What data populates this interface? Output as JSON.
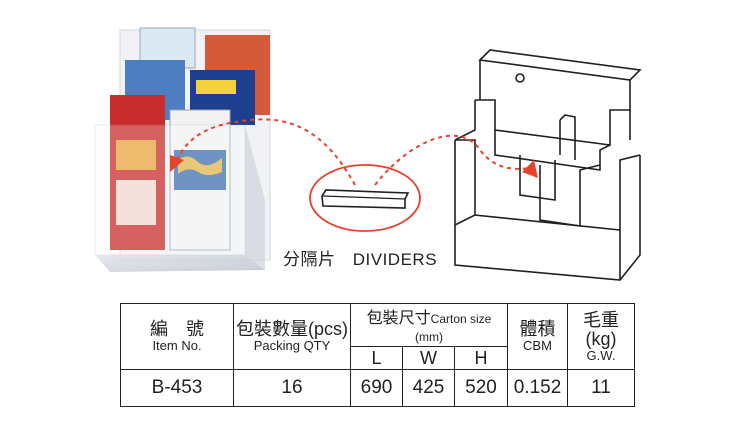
{
  "caption": {
    "cn": "分隔片",
    "en": "DIVIDERS"
  },
  "table": {
    "item": {
      "cn": "編　號",
      "en": "Item No."
    },
    "packing": {
      "cn": "包裝數量(pcs)",
      "en": "Packing QTY"
    },
    "carton": {
      "cn": "包裝尺寸",
      "en": "Carton size (mm)",
      "l": "L",
      "w": "W",
      "h": "H"
    },
    "cbm": {
      "cn": "體積",
      "en": "CBM"
    },
    "gw": {
      "cn": "毛重(kg)",
      "en": "G.W."
    },
    "row": {
      "item_no": "B-453",
      "qty": "16",
      "l": "690",
      "w": "425",
      "h": "520",
      "cbm": "0.152",
      "gw": "11"
    }
  },
  "colors": {
    "arrow": "#e8412c",
    "line": "#231f20"
  }
}
